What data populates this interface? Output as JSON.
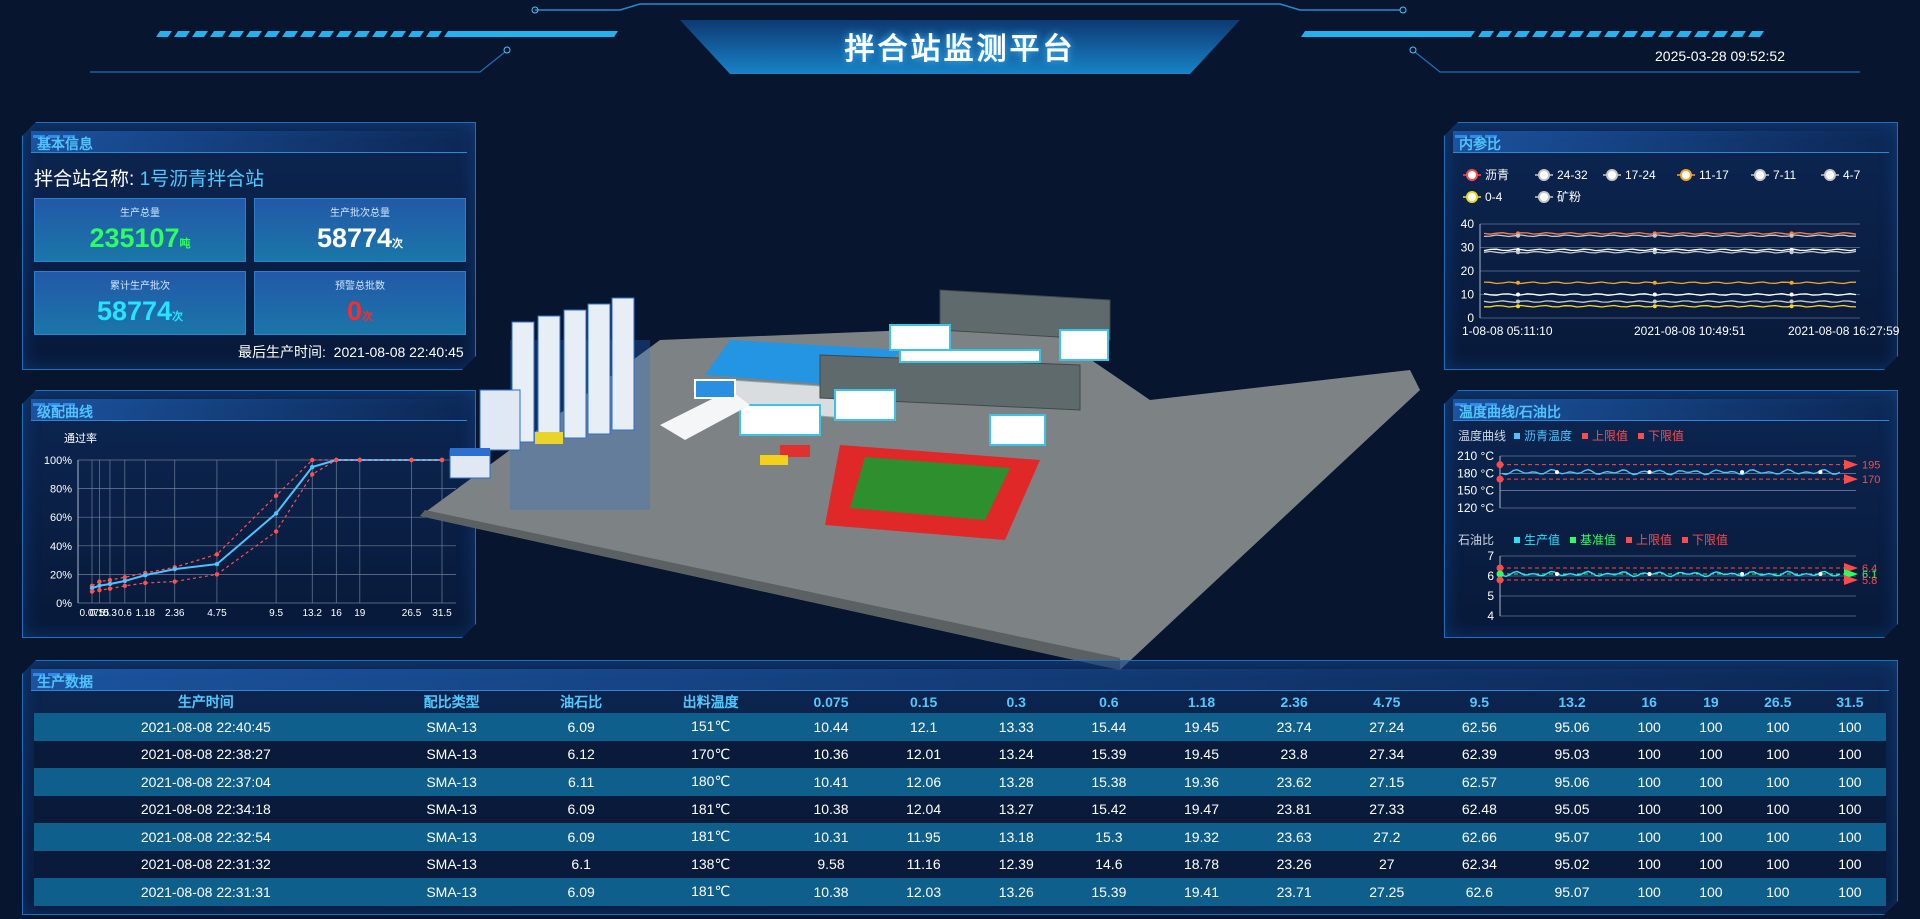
{
  "header": {
    "title": "拌合站监测平台",
    "datetime": "2025-03-28 09:52:52"
  },
  "basic_info": {
    "panel_title": "基本信息",
    "station_label": "拌合站名称:",
    "station_name": "1号沥青拌合站",
    "cards": [
      {
        "label": "生产总量",
        "value": "235107",
        "unit": "吨",
        "color": "#2cff5e"
      },
      {
        "label": "生产批次总量",
        "value": "58774",
        "unit": "次",
        "color": "#ffffff"
      },
      {
        "label": "累计生产批次",
        "value": "58774",
        "unit": "次",
        "color": "#27e3ff"
      },
      {
        "label": "预警总批数",
        "value": "0",
        "unit": "次",
        "color": "#ff2a2a"
      }
    ],
    "last_time_label": "最后生产时间:",
    "last_time": "2021-08-08 22:40:45"
  },
  "gradation": {
    "panel_title": "级配曲线",
    "chart_data": {
      "type": "line",
      "ylabel": "通过率",
      "x": [
        "0.075",
        "0.15",
        "0.3",
        "0.6",
        "1.18",
        "2.36",
        "4.75",
        "9.5",
        "13.2",
        "16",
        "19",
        "26.5",
        "31.5"
      ],
      "yticks": [
        "0%",
        "20%",
        "40%",
        "60%",
        "80%",
        "100%"
      ],
      "ylim": [
        0,
        100
      ],
      "series": [
        {
          "values": [
            12,
            15,
            16,
            18,
            21,
            25,
            34,
            75,
            100,
            100,
            100,
            100,
            100
          ],
          "color": "#ff5050",
          "style": "dashed"
        },
        {
          "values": [
            10.4,
            12.1,
            13.3,
            15.4,
            19.5,
            23.7,
            27.2,
            62.6,
            95.1,
            100,
            100,
            100,
            100
          ],
          "color": "#4fc3ff",
          "style": "solid"
        },
        {
          "values": [
            8,
            9,
            10,
            12,
            14,
            15,
            20,
            50,
            90,
            100,
            100,
            100,
            100
          ],
          "color": "#ff5050",
          "style": "dashed"
        }
      ]
    }
  },
  "inner_ratio": {
    "panel_title": "内参比",
    "legend": [
      {
        "name": "沥青",
        "color": "#ff4a4a"
      },
      {
        "name": "24-32",
        "color": "#c8c8c8"
      },
      {
        "name": "17-24",
        "color": "#c8c8c8"
      },
      {
        "name": "11-17",
        "color": "#f5a623"
      },
      {
        "name": "7-11",
        "color": "#c8c8c8"
      },
      {
        "name": "4-7",
        "color": "#c8c8c8"
      },
      {
        "name": "0-4",
        "color": "#f5d623"
      },
      {
        "name": "矿粉",
        "color": "#c8c8c8"
      }
    ],
    "chart_data": {
      "type": "line",
      "yticks": [
        "0",
        "10",
        "20",
        "30",
        "40"
      ],
      "ylim": [
        0,
        40
      ],
      "x_ticks": [
        "1-08-08 05:11:10",
        "2021-08-08 10:49:51",
        "2021-08-08 16:27:59"
      ],
      "series": [
        {
          "value": 36,
          "color": "#ff7a4a"
        },
        {
          "value": 35,
          "color": "#c8c8c8"
        },
        {
          "value": 29,
          "color": "#ffffff"
        },
        {
          "value": 28,
          "color": "#c8c8c8"
        },
        {
          "value": 15,
          "color": "#f5a623"
        },
        {
          "value": 10,
          "color": "#ffffff"
        },
        {
          "value": 7,
          "color": "#c8c8c8"
        },
        {
          "value": 5,
          "color": "#f5d623"
        }
      ]
    }
  },
  "temperature": {
    "panel_title": "温度曲线/石油比",
    "temp_chart": {
      "label": "温度曲线",
      "legend": [
        {
          "name": "沥青温度",
          "color": "#4fc3ff"
        },
        {
          "name": "上限值",
          "color": "#ff4a4a"
        },
        {
          "name": "下限值",
          "color": "#ff4a4a"
        }
      ],
      "yticks": [
        "120 °C",
        "150 °C",
        "180 °C",
        "210 °C"
      ],
      "ylim": [
        120,
        210
      ],
      "upper": "195",
      "lower": "170",
      "upper_value": 195,
      "lower_value": 170,
      "actual": 182
    },
    "ratio_chart": {
      "label": "石油比",
      "legend": [
        {
          "name": "生产值",
          "color": "#27e3ff"
        },
        {
          "name": "基准值",
          "color": "#2cff5e"
        },
        {
          "name": "上限值",
          "color": "#ff4a4a"
        },
        {
          "name": "下限值",
          "color": "#ff4a4a"
        }
      ],
      "yticks": [
        "4",
        "5",
        "6",
        "7"
      ],
      "ylim": [
        4,
        7
      ],
      "upper": "6.4",
      "base": "6.1",
      "lower": "5.8",
      "upper_value": 6.4,
      "base_value": 6.1,
      "lower_value": 5.8,
      "actual": 6.1
    }
  },
  "production": {
    "panel_title": "生产数据",
    "columns": [
      "生产时间",
      "配比类型",
      "油石比",
      "出料温度",
      "0.075",
      "0.15",
      "0.3",
      "0.6",
      "1.18",
      "2.36",
      "4.75",
      "9.5",
      "13.2",
      "16",
      "19",
      "26.5",
      "31.5"
    ],
    "rows": [
      [
        "2021-08-08 22:40:45",
        "SMA-13",
        "6.09",
        "151℃",
        "10.44",
        "12.1",
        "13.33",
        "15.44",
        "19.45",
        "23.74",
        "27.24",
        "62.56",
        "95.06",
        "100",
        "100",
        "100",
        "100"
      ],
      [
        "2021-08-08 22:38:27",
        "SMA-13",
        "6.12",
        "170℃",
        "10.36",
        "12.01",
        "13.24",
        "15.39",
        "19.45",
        "23.8",
        "27.34",
        "62.39",
        "95.03",
        "100",
        "100",
        "100",
        "100"
      ],
      [
        "2021-08-08 22:37:04",
        "SMA-13",
        "6.11",
        "180℃",
        "10.41",
        "12.06",
        "13.28",
        "15.38",
        "19.36",
        "23.62",
        "27.15",
        "62.57",
        "95.06",
        "100",
        "100",
        "100",
        "100"
      ],
      [
        "2021-08-08 22:34:18",
        "SMA-13",
        "6.09",
        "181℃",
        "10.38",
        "12.04",
        "13.27",
        "15.42",
        "19.47",
        "23.81",
        "27.33",
        "62.48",
        "95.05",
        "100",
        "100",
        "100",
        "100"
      ],
      [
        "2021-08-08 22:32:54",
        "SMA-13",
        "6.09",
        "181℃",
        "10.31",
        "11.95",
        "13.18",
        "15.3",
        "19.32",
        "23.63",
        "27.2",
        "62.66",
        "95.07",
        "100",
        "100",
        "100",
        "100"
      ],
      [
        "2021-08-08 22:31:32",
        "SMA-13",
        "6.1",
        "138℃",
        "9.58",
        "11.16",
        "12.39",
        "14.6",
        "18.78",
        "23.26",
        "27",
        "62.34",
        "95.02",
        "100",
        "100",
        "100",
        "100"
      ],
      [
        "2021-08-08 22:31:31",
        "SMA-13",
        "6.09",
        "181℃",
        "10.38",
        "12.03",
        "13.26",
        "15.39",
        "19.41",
        "23.71",
        "27.25",
        "62.6",
        "95.07",
        "100",
        "100",
        "100",
        "100"
      ]
    ]
  }
}
